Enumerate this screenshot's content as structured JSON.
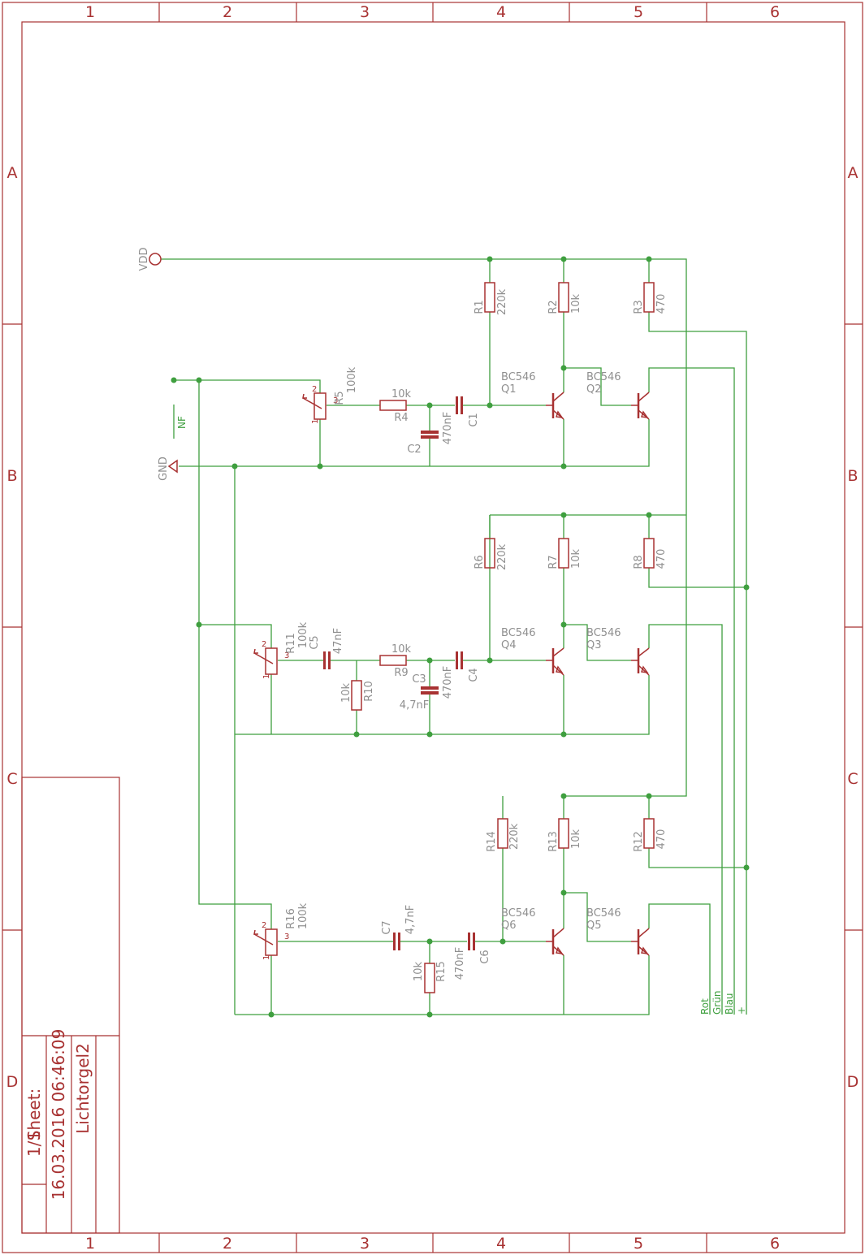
{
  "frame": {
    "columns": [
      "1",
      "2",
      "3",
      "4",
      "5",
      "6"
    ],
    "rows": [
      "A",
      "B",
      "C",
      "D"
    ]
  },
  "title_block": {
    "sheet_label": "Sheet:",
    "sheet_value": "1/1",
    "date": "16.03.2016 06:46:09",
    "drawing_name": "Lichtorgel2"
  },
  "supply": {
    "vdd": "VDD",
    "gnd": "GND",
    "nf": "NF"
  },
  "channel1": {
    "pot_name": "R5",
    "pot_value": "100k",
    "pin1": "1",
    "pin2": "2",
    "pin3": "3",
    "r4_name": "R4",
    "r4_value": "10k",
    "c2_name": "C2",
    "c2_value": "470nF",
    "c1_name": "C1",
    "r1_name": "R1",
    "r1_value": "220k",
    "r2_name": "R2",
    "r2_value": "10k",
    "r3_name": "R3",
    "r3_value": "470",
    "q1_type": "BC546",
    "q1_name": "Q1",
    "q2_type": "BC546",
    "q2_name": "Q2"
  },
  "channel2": {
    "pot_name": "R11",
    "pot_value": "100k",
    "pin1": "1",
    "pin2": "2",
    "pin3": "3",
    "c5_name": "C5",
    "c5_value": "47nF",
    "r10_name": "R10",
    "r10_value": "10k",
    "r9_name": "R9",
    "r9_value": "10k",
    "c3_name": "C3",
    "c3_value": "4,7nF",
    "c4_name": "C4",
    "c4_value": "470nF",
    "r6_name": "R6",
    "r6_value": "220k",
    "r7_name": "R7",
    "r7_value": "10k",
    "r8_name": "R8",
    "r8_value": "470",
    "q4_type": "BC546",
    "q4_name": "Q4",
    "q3_type": "BC546",
    "q3_name": "Q3"
  },
  "channel3": {
    "pot_name": "R16",
    "pot_value": "100k",
    "pin1": "1",
    "pin2": "2",
    "pin3": "3",
    "c7_name": "C7",
    "c7_value": "4,7nF",
    "r15_name": "R15",
    "r15_value": "10k",
    "c6_name": "C6",
    "c6_value": "470nF",
    "r14_name": "R14",
    "r14_value": "220k",
    "r13_name": "R13",
    "r13_value": "10k",
    "r12_name": "R12",
    "r12_value": "470",
    "q6_type": "BC546",
    "q6_name": "Q6",
    "q5_type": "BC546",
    "q5_name": "Q5"
  },
  "outputs": {
    "red": "Rot",
    "green": "Grün",
    "blue": "Blau",
    "plus": "+"
  },
  "colors": {
    "frame_and_parts": "#a83232",
    "wires": "#3f9f3f",
    "labels": "#8f8f8f"
  }
}
